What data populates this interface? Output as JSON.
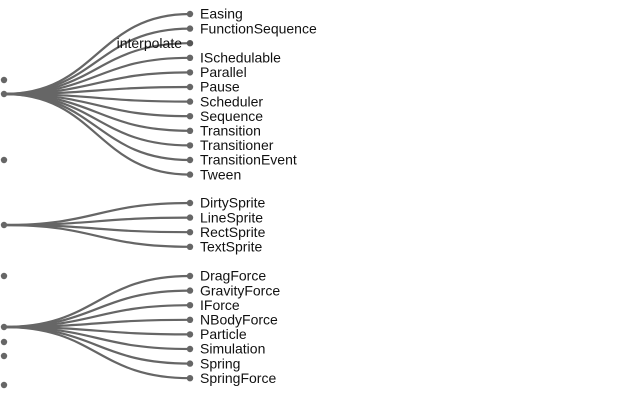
{
  "colors": {
    "link": "#666666",
    "node": "#666666",
    "parent_node": "#555555",
    "label": "#111111",
    "background": "#ffffff"
  },
  "tree": {
    "left_nodes": [
      {
        "id": "left-node-1",
        "group": null
      },
      {
        "id": "left-node-2",
        "group": "animate"
      },
      {
        "id": "left-node-3",
        "group": null
      },
      {
        "id": "left-node-4",
        "group": "display"
      },
      {
        "id": "left-node-5",
        "group": null
      },
      {
        "id": "left-node-6",
        "group": "physics"
      },
      {
        "id": "left-node-7",
        "group": null
      },
      {
        "id": "left-node-8",
        "group": null
      },
      {
        "id": "left-node-9",
        "group": null
      }
    ],
    "groups": [
      {
        "id": "animate",
        "children": [
          {
            "label": "Easing",
            "type": "leaf"
          },
          {
            "label": "FunctionSequence",
            "type": "leaf"
          },
          {
            "label": "interpolate",
            "type": "parent"
          },
          {
            "label": "ISchedulable",
            "type": "leaf"
          },
          {
            "label": "Parallel",
            "type": "leaf"
          },
          {
            "label": "Pause",
            "type": "leaf"
          },
          {
            "label": "Scheduler",
            "type": "leaf"
          },
          {
            "label": "Sequence",
            "type": "leaf"
          },
          {
            "label": "Transition",
            "type": "leaf"
          },
          {
            "label": "Transitioner",
            "type": "leaf"
          },
          {
            "label": "TransitionEvent",
            "type": "leaf"
          },
          {
            "label": "Tween",
            "type": "leaf"
          }
        ]
      },
      {
        "id": "display",
        "children": [
          {
            "label": "DirtySprite",
            "type": "leaf"
          },
          {
            "label": "LineSprite",
            "type": "leaf"
          },
          {
            "label": "RectSprite",
            "type": "leaf"
          },
          {
            "label": "TextSprite",
            "type": "leaf"
          }
        ]
      },
      {
        "id": "physics",
        "children": [
          {
            "label": "DragForce",
            "type": "leaf"
          },
          {
            "label": "GravityForce",
            "type": "leaf"
          },
          {
            "label": "IForce",
            "type": "leaf"
          },
          {
            "label": "NBodyForce",
            "type": "leaf"
          },
          {
            "label": "Particle",
            "type": "leaf"
          },
          {
            "label": "Simulation",
            "type": "leaf"
          },
          {
            "label": "Spring",
            "type": "leaf"
          },
          {
            "label": "SpringForce",
            "type": "leaf"
          }
        ]
      }
    ]
  }
}
